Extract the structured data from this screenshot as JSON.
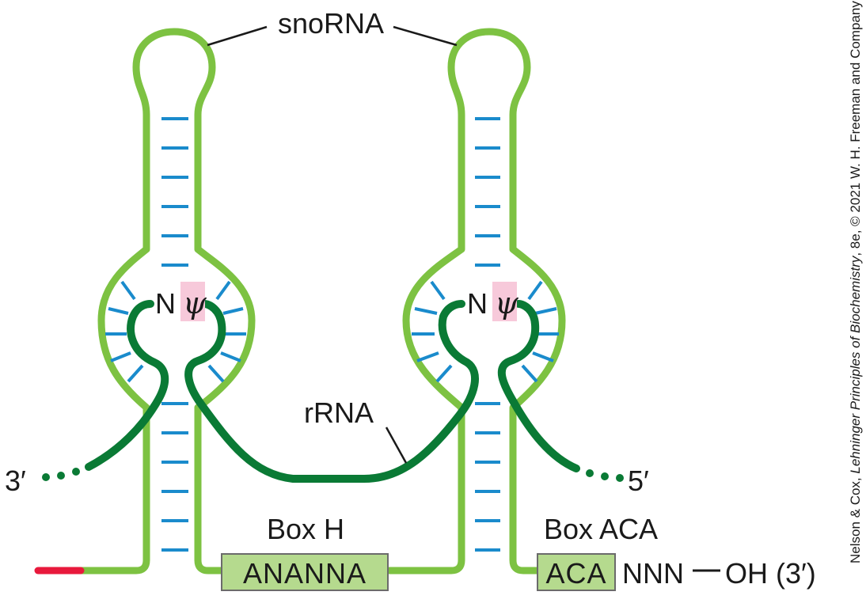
{
  "labels": {
    "snorna": "snoRNA",
    "rrna": "rRNA",
    "three_prime": "3′",
    "five_prime": "5′",
    "box_h_label": "Box H",
    "box_aca_label": "Box ACA",
    "box_h_seq": "ANANNA",
    "box_aca_seq": "ACA",
    "tail_seq": "NNN",
    "tail_end": "OH (3′)",
    "n_left": "N",
    "psi_left": "ψ",
    "n_right": "N",
    "psi_right": "ψ"
  },
  "credit": {
    "prefix": "Nelson & Cox, ",
    "title": "Lehninger Principles of Biochemistry",
    "suffix": ", 8e, © 2021 W. H. Freeman and Company"
  },
  "colors": {
    "snorna_strand": "#7dc242",
    "rrna_strand": "#0a7a35",
    "base_pair": "#1a8bcc",
    "leader_red": "#e8193c",
    "box_fill": "#b5da8e",
    "box_border": "#6b6b6b",
    "psi_highlight": "#f7c9da",
    "text": "#1a1a1a"
  }
}
